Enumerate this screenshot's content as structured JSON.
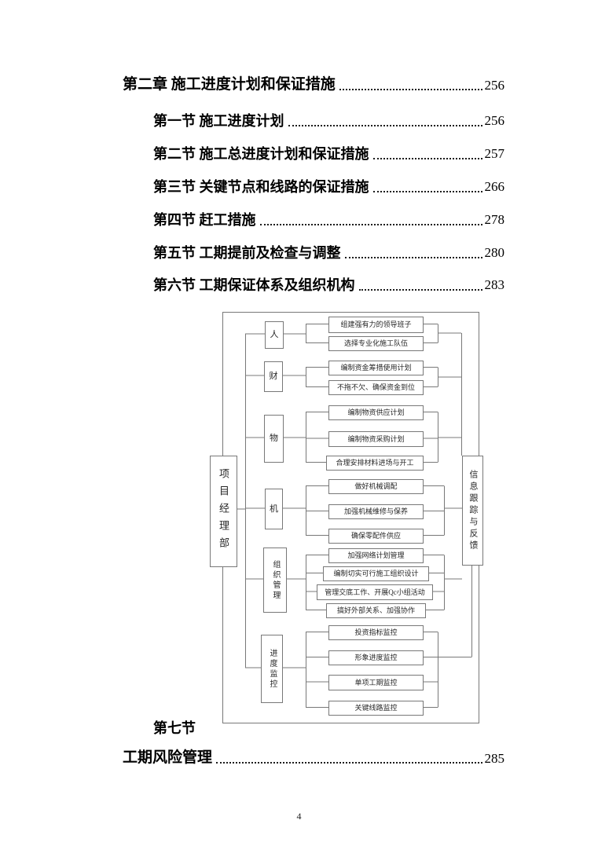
{
  "page": {
    "number": "4"
  },
  "colors": {
    "text": "#000000",
    "diagram_line": "#787878",
    "background": "#ffffff"
  },
  "toc": {
    "chapter": {
      "label": "第二章 施工进度计划和保证措施",
      "page": "256"
    },
    "sections": [
      {
        "label": "第一节 施工进度计划",
        "page": "256"
      },
      {
        "label": "第二节 施工总进度计划和保证措施",
        "page": "257"
      },
      {
        "label": "第三节 关键节点和线路的保证措施",
        "page": "266"
      },
      {
        "label": "第四节 赶工措施",
        "page": "278"
      },
      {
        "label": "第五节 工期提前及检查与调整",
        "page": "280"
      },
      {
        "label": "第六节 工期保证体系及组织机构",
        "page": "283"
      }
    ],
    "section7": {
      "label": "第七节"
    },
    "chapter_risk": {
      "label": "工期风险管理",
      "page": "285"
    }
  },
  "diagram": {
    "left_box": "项目经理部",
    "right_box": "信息跟踪与反馈",
    "groups": [
      {
        "category": "人",
        "children": [
          "组建强有力的领导班子",
          "选择专业化施工队伍"
        ]
      },
      {
        "category": "财",
        "children": [
          "编制资金筹措使用计划",
          "不拖不欠、确保资金到位"
        ]
      },
      {
        "category": "物",
        "children": [
          "编制物资供应计划",
          "编制物资采购计划",
          "合理安排材料进场与开工"
        ]
      },
      {
        "category": "机",
        "children": [
          "做好机械调配",
          "加强机械维修与保养",
          "确保零配件供应"
        ]
      },
      {
        "category": "组织管理",
        "children": [
          "加强网络计划管理",
          "编制切实可行施工组织设计",
          "管理交底工作、开展Qc小组活动",
          "搞好外部关系、加强协作"
        ]
      },
      {
        "category": "进度监控",
        "children": [
          "投资指标监控",
          "形象进度监控",
          "单项工期监控",
          "关键线路监控"
        ]
      }
    ]
  }
}
